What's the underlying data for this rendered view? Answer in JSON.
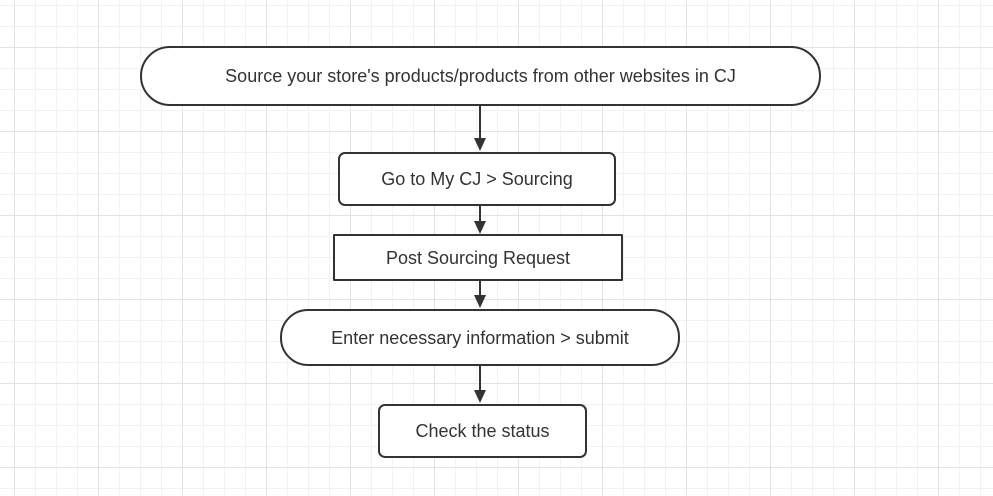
{
  "diagram": {
    "type": "flowchart",
    "direction": "top-down",
    "nodes": [
      {
        "label": "Source your store's products/products from other websites in CJ",
        "shape": "stadium"
      },
      {
        "label": "Go to My CJ > Sourcing",
        "shape": "rounded-rectangle"
      },
      {
        "label": "Post Sourcing Request",
        "shape": "rectangle"
      },
      {
        "label": "Enter necessary information > submit",
        "shape": "stadium"
      },
      {
        "label": "Check the status",
        "shape": "rounded-rectangle"
      }
    ],
    "connectors": [
      {
        "from": 0,
        "to": 1,
        "style": "arrow-down"
      },
      {
        "from": 1,
        "to": 2,
        "style": "arrow-down"
      },
      {
        "from": 2,
        "to": 3,
        "style": "arrow-down"
      },
      {
        "from": 3,
        "to": 4,
        "style": "arrow-down"
      }
    ],
    "colors": {
      "stroke": "#333333",
      "text": "#333333",
      "fill": "#ffffff",
      "grid-minor": "#f2f2f4",
      "grid-major": "#e2e2e6",
      "background": "#ffffff"
    }
  }
}
